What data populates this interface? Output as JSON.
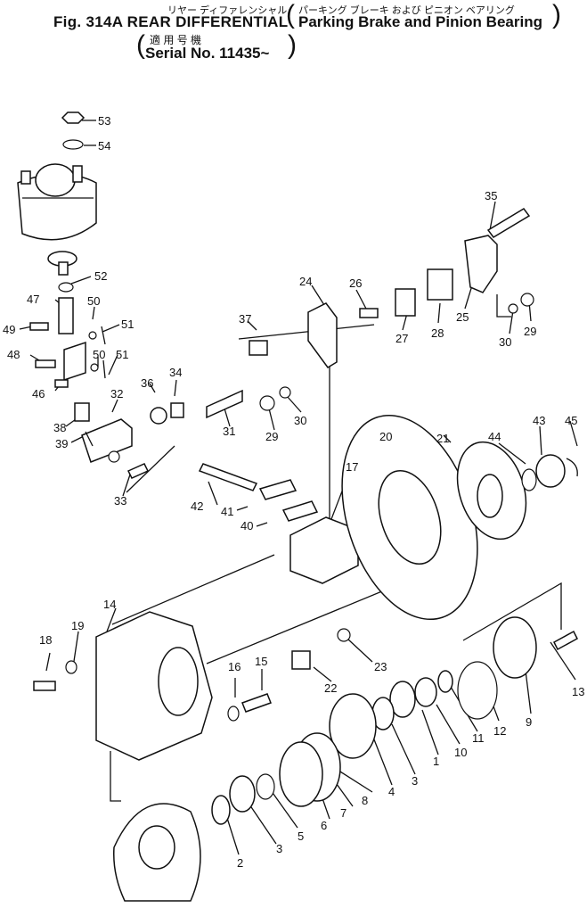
{
  "header": {
    "fig_title": "Fig. 314A REAR DIFFERENTIAL",
    "fig_title_jp": "リヤー ディファレンシャル",
    "subtitle": "Parking Brake and Pinion Bearing",
    "subtitle_jp": "パーキング ブレーキ および ピニオン ベアリング",
    "serial_jp": "適 用 号 機",
    "serial": "Serial No. 11435~"
  },
  "callouts": [
    "1",
    "2",
    "3",
    "4",
    "5",
    "6",
    "7",
    "8",
    "9",
    "10",
    "11",
    "12",
    "13",
    "14",
    "15",
    "16",
    "17",
    "18",
    "19",
    "20",
    "21",
    "22",
    "23",
    "24",
    "25",
    "26",
    "27",
    "28",
    "29",
    "30",
    "31",
    "32",
    "33",
    "34",
    "35",
    "36",
    "37",
    "38",
    "39",
    "40",
    "41",
    "42",
    "43",
    "44",
    "45",
    "46",
    "47",
    "48",
    "49",
    "50",
    "51",
    "52",
    "53",
    "54"
  ]
}
